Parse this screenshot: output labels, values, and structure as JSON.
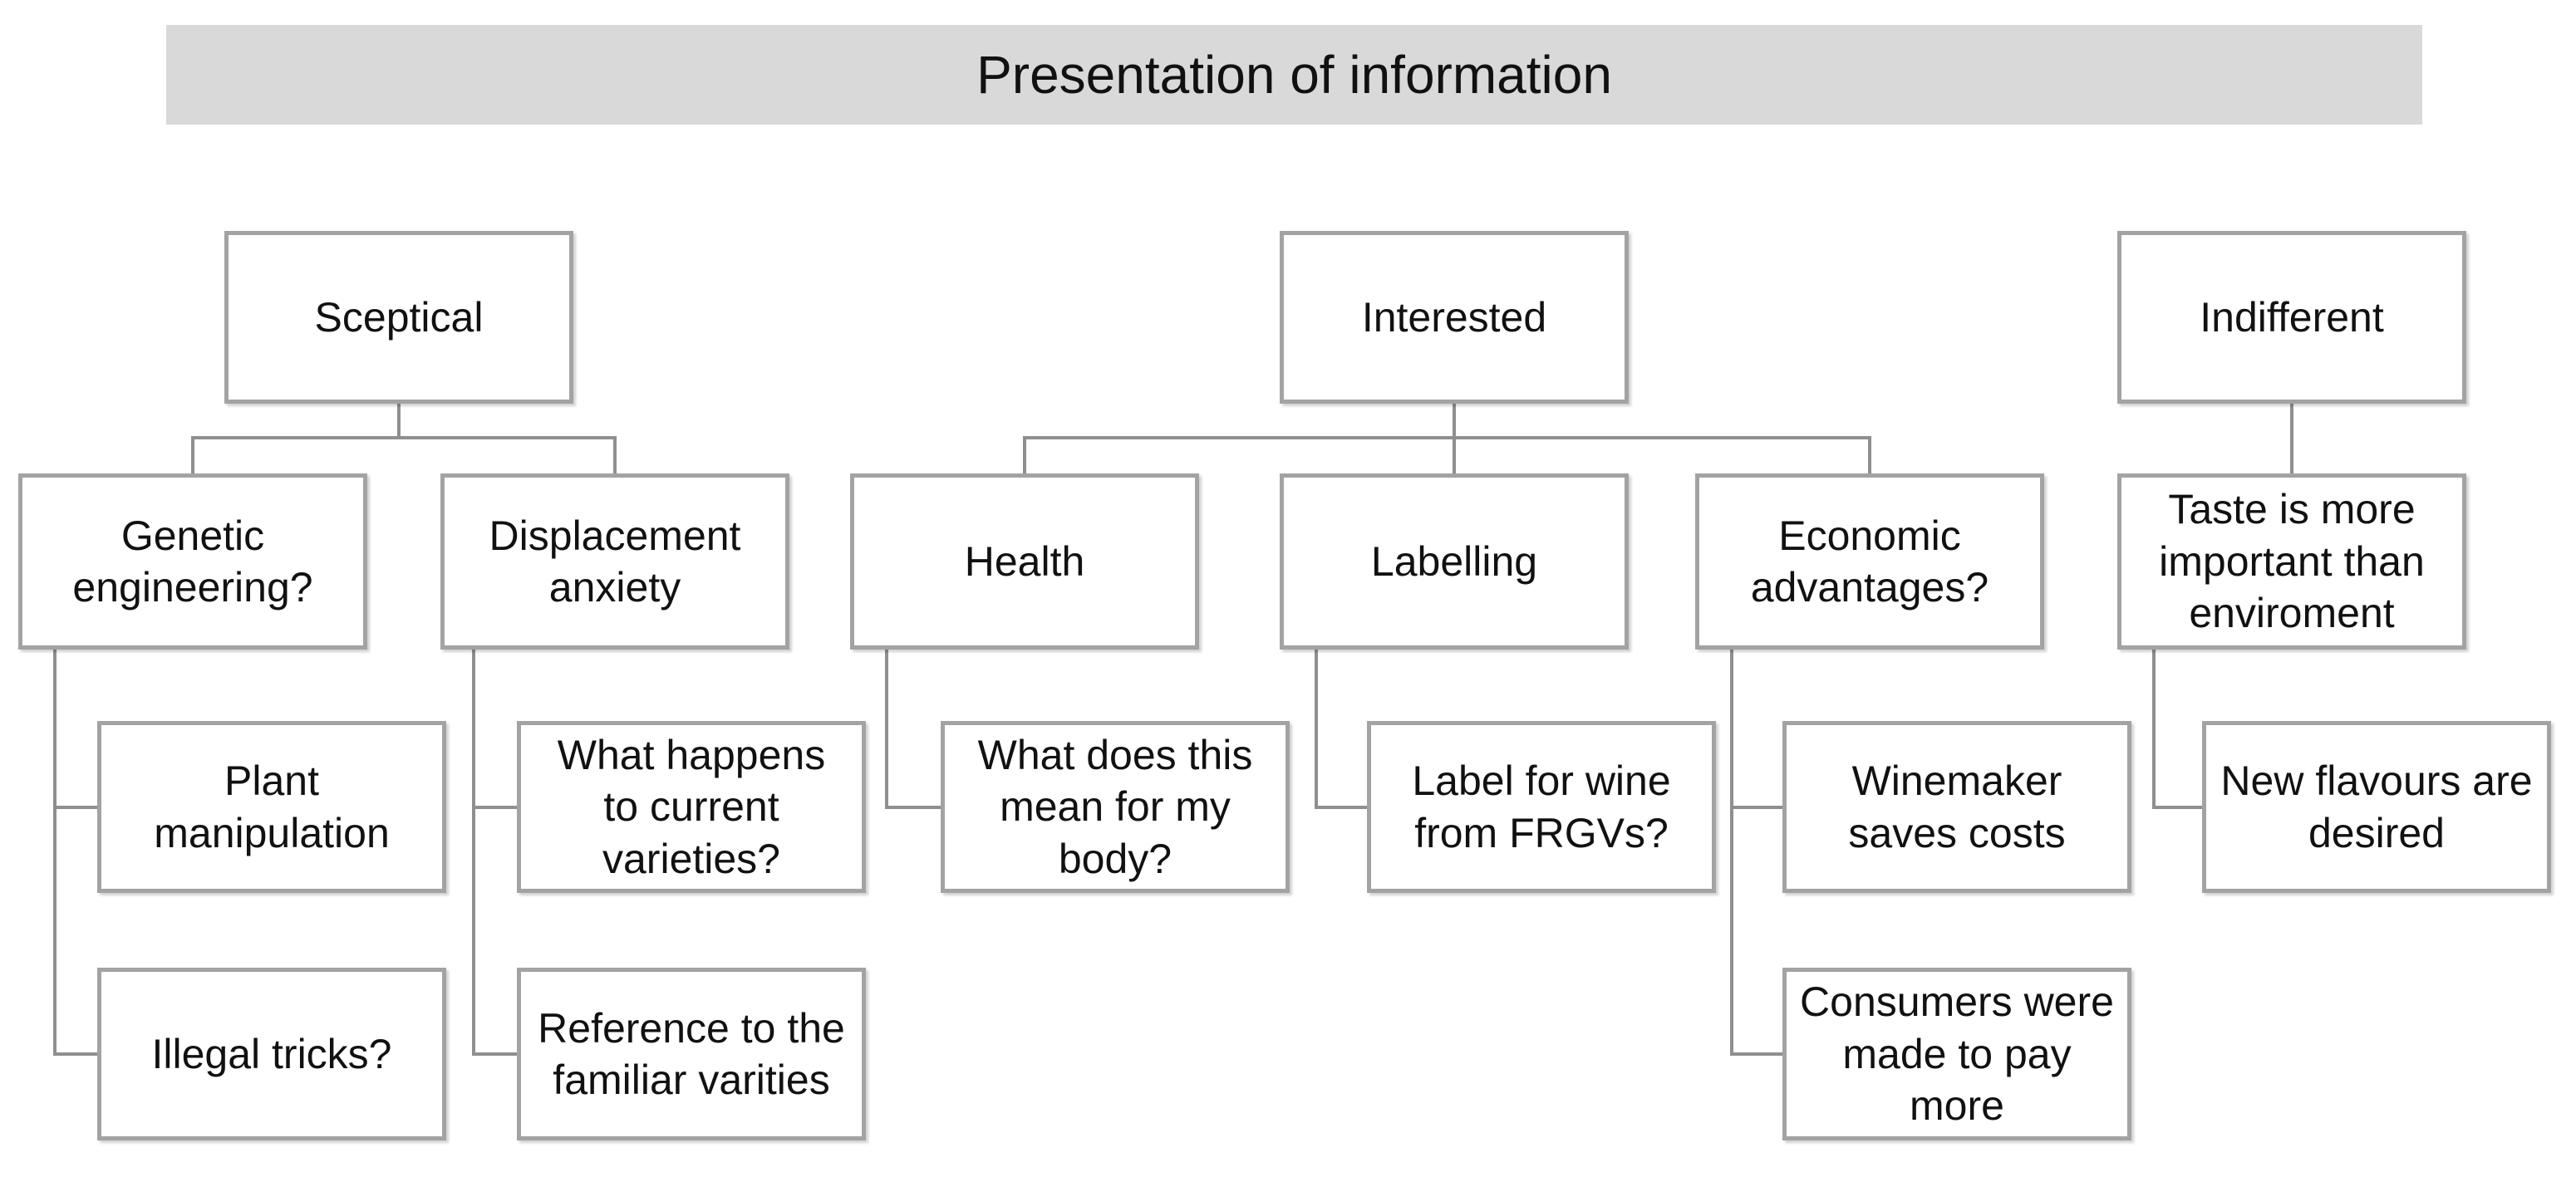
{
  "title": "Presentation of information",
  "colors": {
    "banner_bg": "#d9d9d9",
    "box_fill": "#ffffff",
    "box_border": "#a3a3a3",
    "connector_line": "#8f8f8f",
    "text": "#111111",
    "background": "#ffffff"
  },
  "tree": {
    "branches": [
      {
        "label": "Sceptical",
        "children": [
          {
            "label": "Genetic\nengineering?",
            "children": [
              {
                "label": "Plant\nmanipulation"
              },
              {
                "label": "Illegal tricks?"
              }
            ]
          },
          {
            "label": "Displacement\nanxiety",
            "children": [
              {
                "label": "What happens\nto current\nvarieties?"
              },
              {
                "label": "Reference to the\nfamiliar varities"
              }
            ]
          }
        ]
      },
      {
        "label": "Interested",
        "children": [
          {
            "label": "Health",
            "children": [
              {
                "label": "What does this\nmean for my\nbody?"
              }
            ]
          },
          {
            "label": "Labelling",
            "children": [
              {
                "label": "Label for wine\nfrom FRGVs?"
              }
            ]
          },
          {
            "label": "Economic\nadvantages?",
            "children": [
              {
                "label": "Winemaker\nsaves costs"
              },
              {
                "label": "Consumers were\nmade to pay\nmore"
              }
            ]
          }
        ]
      },
      {
        "label": "Indifferent",
        "children": [
          {
            "label": "Taste is more\nimportant than\nenviroment",
            "children": [
              {
                "label": "New flavours are\ndesired"
              }
            ]
          }
        ]
      }
    ]
  }
}
